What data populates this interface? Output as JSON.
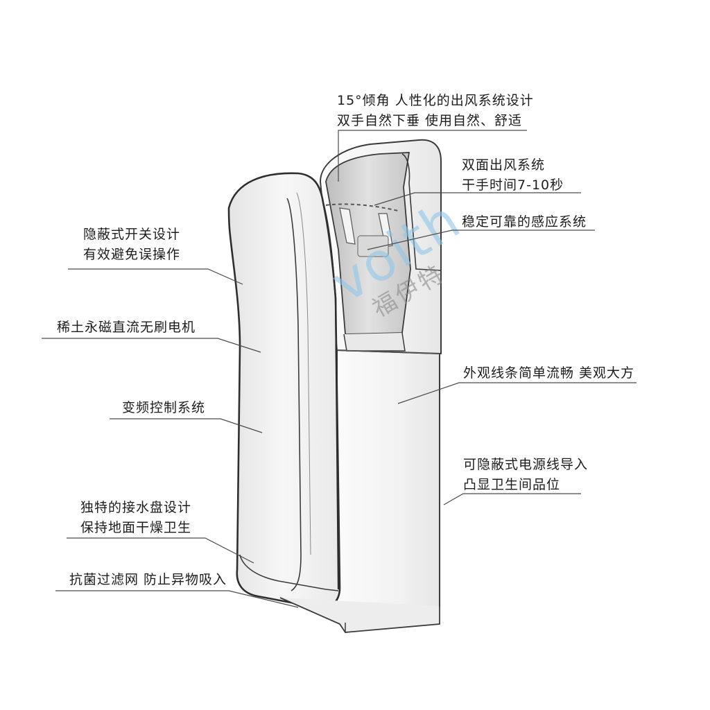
{
  "callouts": {
    "air_outlet": [
      "15°倾角 人性化的出风系统设计",
      "双手自然下垂 使用自然、舒适"
    ],
    "dual_airflow": [
      "双面出风系统",
      "干手时间7-10秒"
    ],
    "sensor": [
      "稳定可靠的感应系统"
    ],
    "hidden_switch": [
      "隐蔽式开关设计",
      "有效避免误操作"
    ],
    "motor": [
      "稀土永磁直流无刷电机"
    ],
    "frequency": [
      "变频控制系统"
    ],
    "appearance": [
      "外观线条简单流畅 美观大方"
    ],
    "power_cord": [
      "可隐蔽式电源线导入",
      "凸显卫生间品位"
    ],
    "drip_tray": [
      "独特的接水盘设计",
      "保持地面干燥卫生"
    ],
    "filter": [
      "抗菌过滤网 防止异物吸入"
    ]
  },
  "watermark": {
    "latin": "voith",
    "chinese": "福伊特"
  },
  "colors": {
    "text": "#1c1c1c",
    "leader_line": "#4a4a4a",
    "outline": "#3a3a3a",
    "watermark_blue": "#8fc5e8",
    "watermark_gray": "#8b8b8b"
  }
}
